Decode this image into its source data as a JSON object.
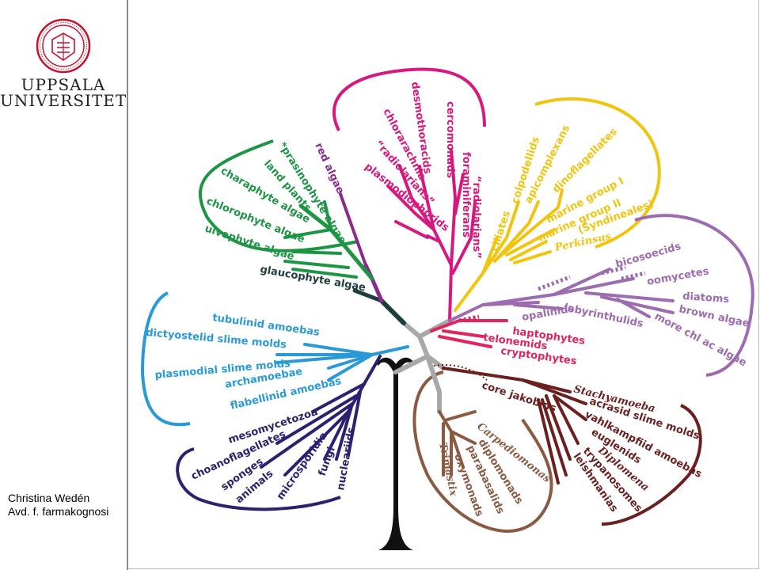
{
  "sidebar": {
    "university_line_1": "UPPSALA",
    "university_line_2": "UNIVERSITET",
    "author_name": "Christina Wedén",
    "author_dept": "Avd. f. farmakognosi"
  },
  "colors": {
    "plants": "#1e9445",
    "purple": "#8a2a8a",
    "glaucophyte": "#1f3d3d",
    "rhizaria": "#d6197e",
    "alveolata": "#f1c40f",
    "stramenopiles": "#9c6bb0",
    "hapto_crypto": "#e0245e",
    "amoebozoa": "#2a9ad6",
    "opisthokonta": "#2a2270",
    "excavata_dark": "#6b1f1f",
    "excavata_light": "#8a5a43",
    "trunk": "#111111",
    "core": "#a8a8a8"
  },
  "tree_labels": {
    "prasinophyte": "*prasinophyte algae",
    "land_plants": "land plants",
    "red_algae": "red algae",
    "charaphyte": "charaphyte algae",
    "chlorophyte": "chlorophyte algae",
    "ulvophyte": "ulvophyte algae",
    "glaucophyte": "glaucophyte algae",
    "desmothoracids": "desmothoracids",
    "chlorarachnia": "chlorarachnia",
    "radiolarians_a": "“radiolarians”",
    "plasmodiophorids": "plasmodiophorids",
    "cercomonads": "cercomonads",
    "foraminiferans": "foraminiferans",
    "radiolarians_b": "“radiolarians”",
    "ciliates": "ciliates",
    "colpodellids": "colpodellids",
    "apicomplexans": "apicomplexans",
    "dinoflagellates": "dinoflagellates",
    "marine_group_1": "marine group I",
    "marine_group_2": "marine group II",
    "syndineales": "(Syndineales)",
    "perkinsus": "Perkinsus",
    "bicosoecids": "bicosoecids",
    "oomycetes": "oomycetes",
    "diatoms": "diatoms",
    "brown_algae": "brown algae",
    "more_chl": "more chl ac algae",
    "opalinids": "opalinids",
    "labyrinthulids": "labyrinthulids",
    "haptophytes": "haptophytes",
    "telonemids": "telonemids",
    "cryptophytes": "cryptophytes",
    "tubulinid": "tubulinid amoebas",
    "dictyostelid": "dictyostelid slime molds",
    "plasmodial": "plasmodial slime molds",
    "archamoebae": "archamoebae",
    "flabellinid": "flabellinid amoebas",
    "mesomycetozoa": "mesomycetozoa",
    "choanoflagellates": "choanoflagellates",
    "sponges": "sponges",
    "animals": "animals",
    "microsporidia": "microsporidia",
    "fungi": "fungi",
    "nucleariids": "nucleariids",
    "core_jakobids": "core jakobids",
    "stachyamoeba": "Stachyamoeba",
    "acrasid": "acrasid slime molds",
    "vahlkampfiid": "vahlkampfiid amoebas",
    "euglenids": "euglenids",
    "diplomena": "Diplomena",
    "trypanosomes": "trypanosomes",
    "leishmanias": "leishmanias",
    "carpediomonas": "Carpediomonas",
    "diplomonads": "diplomonads",
    "parabasalids": "parabasalids",
    "oxymonads": "oxymonads",
    "trimastix": "Trimastix"
  }
}
